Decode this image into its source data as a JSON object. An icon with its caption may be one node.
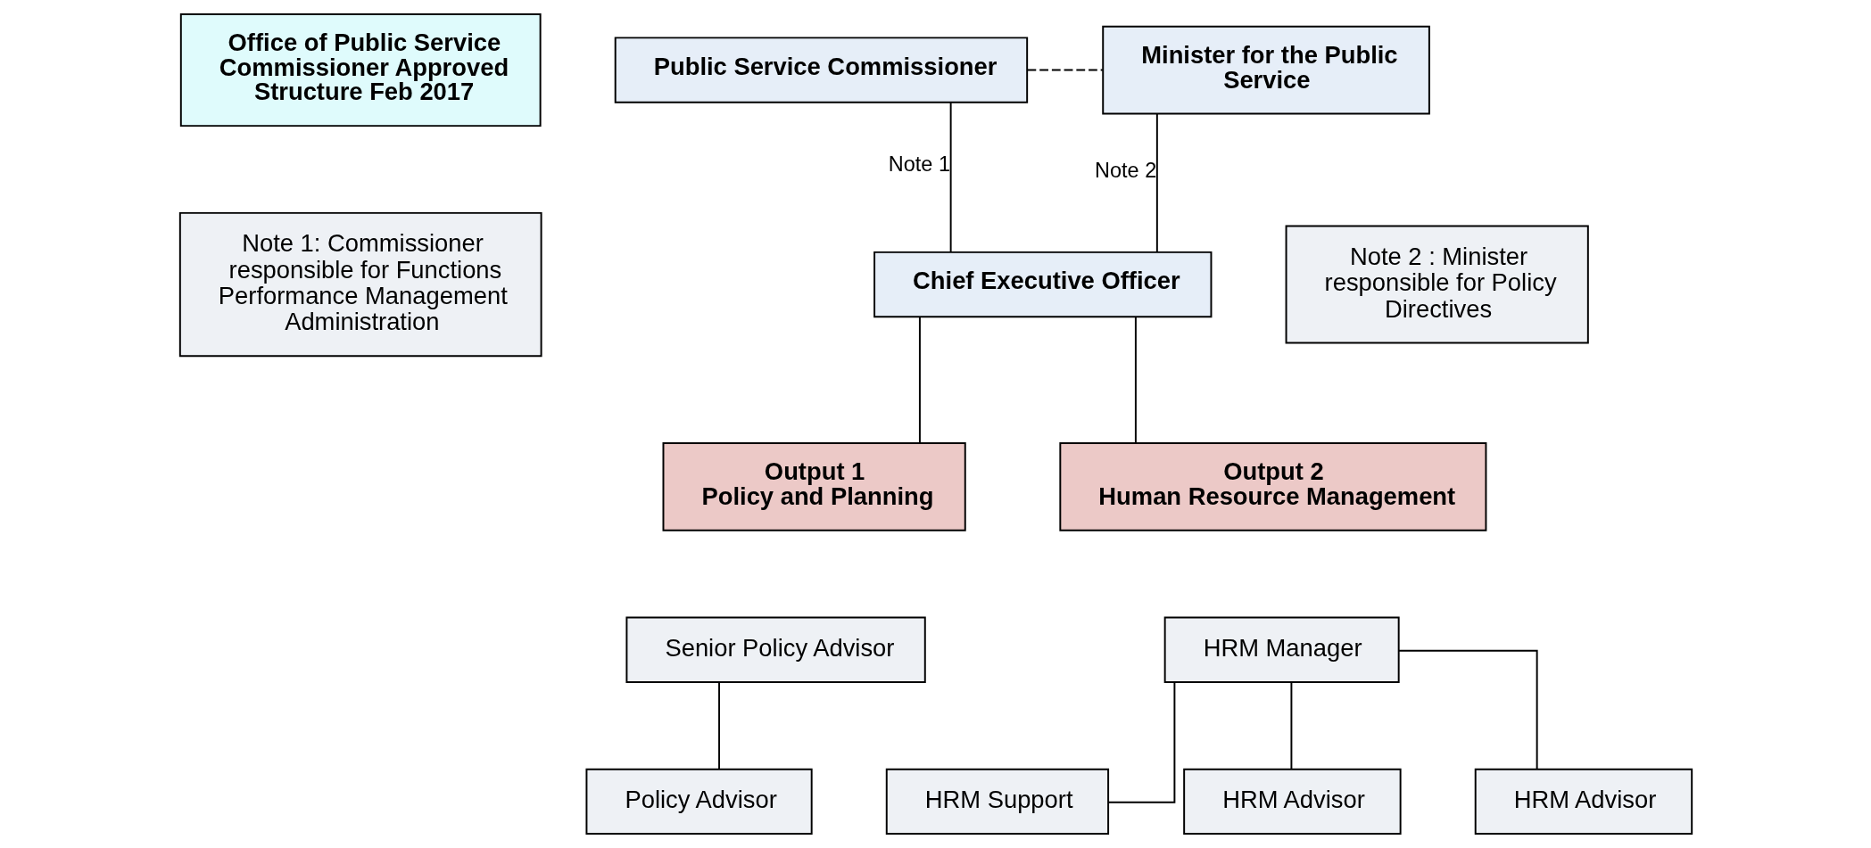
{
  "diagram": {
    "nodes": [
      {
        "text": [
          "Office of Public Service Commissioner Approved Structure Feb 2017"
        ]
      },
      {
        "text": [
          "Note 1: Commissioner responsible for Functions Performance Management Administration"
        ]
      },
      {
        "text": [
          "Public Service Commissioner"
        ]
      },
      {
        "text": [
          "Minister for the Public Service"
        ]
      },
      {
        "text": [
          "Chief Executive Officer"
        ]
      },
      {
        "text": [
          "Note 2 : Minister responsible for Policy Directives"
        ]
      },
      {
        "text": [
          "Output 1",
          "Policy and Planning"
        ]
      },
      {
        "text": [
          "Output 2",
          "Human Resource Management"
        ]
      },
      {
        "text": [
          "Senior Policy Advisor"
        ]
      },
      {
        "text": [
          "HRM Manager"
        ]
      },
      {
        "text": [
          "Policy Advisor"
        ]
      },
      {
        "text": [
          "HRM Support"
        ]
      },
      {
        "text": [
          "HRM Advisor"
        ]
      },
      {
        "text": [
          "HRM Advisor"
        ]
      }
    ],
    "edges": [
      {
        "from": 2,
        "to": 3,
        "arrow": "none",
        "style": "dashed"
      },
      {
        "from": 2,
        "to": 4,
        "arrow": "none",
        "label": "Note 1"
      },
      {
        "from": 4,
        "to": 3,
        "arrow": "none",
        "label": "Note 2"
      },
      {
        "from": 4,
        "to": 6,
        "arrow": "none"
      },
      {
        "from": 4,
        "to": 7,
        "arrow": "none"
      },
      {
        "from": 8,
        "to": 10,
        "arrow": "none"
      },
      {
        "from": 9,
        "to": 11,
        "arrow": "none"
      },
      {
        "from": 9,
        "to": 12,
        "arrow": "none"
      },
      {
        "from": 9,
        "to": 13,
        "arrow": "none"
      }
    ]
  }
}
